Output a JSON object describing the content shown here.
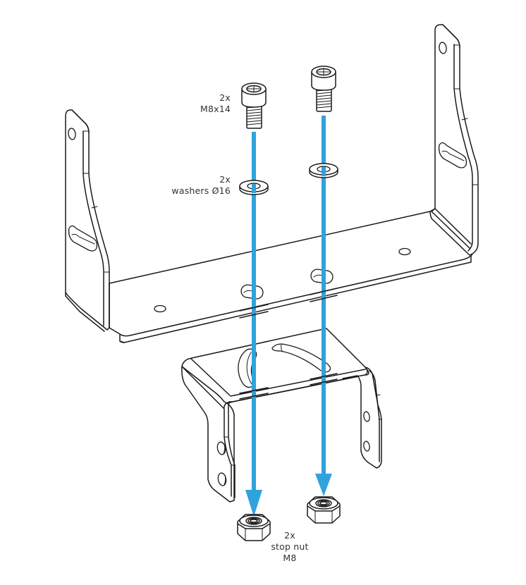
{
  "diagram": {
    "type": "exploded-assembly",
    "accent_color": "#2fa3dc",
    "line_color": "#1a1a1a",
    "parts": {
      "bolts": {
        "quantity": "2x",
        "spec": "M8x14",
        "icon": "socket-head-cap-screw"
      },
      "washers": {
        "quantity": "2x",
        "spec": "washers Ø16",
        "icon": "flat-washer"
      },
      "nuts": {
        "quantity": "2x",
        "name": "stop nut",
        "spec": "M8",
        "icon": "hex-lock-nut"
      },
      "main_bracket": {
        "icon": "u-bracket"
      },
      "mount_bracket": {
        "icon": "mounting-bracket"
      }
    },
    "arrows": [
      {
        "id": "left",
        "direction": "down"
      },
      {
        "id": "right",
        "direction": "down"
      }
    ]
  }
}
